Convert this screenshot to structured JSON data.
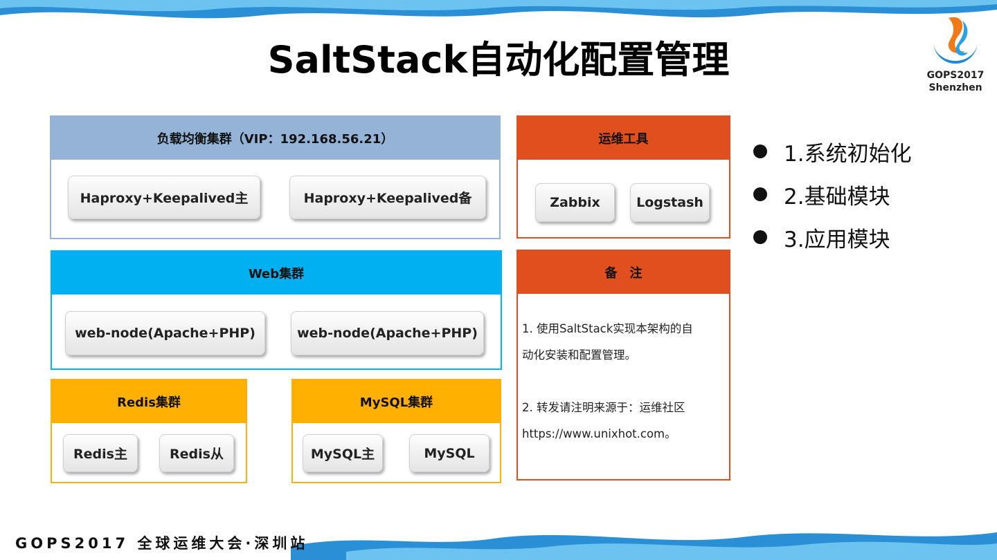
{
  "title": "SaltStack自动化配置管理",
  "logo": {
    "line1": "GOPS2017",
    "line2": "Shenzhen"
  },
  "lb": {
    "header": "负载均衡集群（VIP：192.168.56.21）",
    "nodes": [
      "Haproxy+Keepalived主",
      "Haproxy+Keepalived备"
    ]
  },
  "ops": {
    "header": "运维工具",
    "nodes": [
      "Zabbix",
      "Logstash"
    ]
  },
  "web": {
    "header": "Web集群",
    "nodes": [
      "web-node(Apache+PHP)",
      "web-node(Apache+PHP)"
    ]
  },
  "redis": {
    "header": "Redis集群",
    "nodes": [
      "Redis主",
      "Redis从"
    ]
  },
  "mysql": {
    "header": "MySQL集群",
    "nodes": [
      "MySQL主",
      "MySQL"
    ]
  },
  "notes": {
    "header": "备　注",
    "line1": "1. 使用SaltStack实现本架构的自",
    "line2": "动化安装和配置管理。",
    "line3": "2. 转发请注明来源于：运维社区",
    "line4": "https://www.unixhot.com。"
  },
  "bullets": [
    "1.系统初始化",
    "2.基础模块",
    "3.应用模块"
  ],
  "footer": "GOPS2017 全球运维大会·深圳站",
  "colors": {
    "lb": "#95b3d7",
    "ops": "#e0501e",
    "web": "#00b0f0",
    "data": "#ffb000"
  }
}
